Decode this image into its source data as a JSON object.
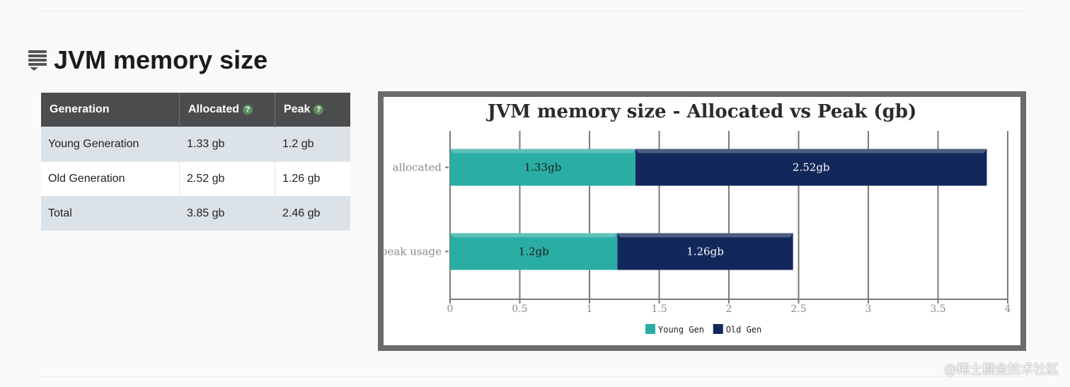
{
  "section": {
    "title": "JVM memory size",
    "icon": "document-stack-icon"
  },
  "table": {
    "headers": [
      "Generation",
      "Allocated",
      "Peak"
    ],
    "help_glyph": "?",
    "rows": [
      [
        "Young Generation",
        "1.33 gb",
        "1.2 gb"
      ],
      [
        "Old Generation",
        "2.52 gb",
        "1.26 gb"
      ],
      [
        "Total",
        "3.85 gb",
        "2.46 gb"
      ]
    ]
  },
  "chart_data": {
    "type": "bar",
    "orientation": "horizontal",
    "stacked": true,
    "title": "JVM memory size - Allocated vs Peak (gb)",
    "categories": [
      "allocated",
      "peak usage"
    ],
    "series": [
      {
        "name": "Young Gen",
        "values": [
          1.33,
          1.2
        ],
        "labels": [
          "1.33gb",
          "1.2gb"
        ],
        "color": "#2aada3"
      },
      {
        "name": "Old Gen",
        "values": [
          2.52,
          1.26
        ],
        "labels": [
          "2.52gb",
          "1.26gb"
        ],
        "color": "#12275a"
      }
    ],
    "xlim": [
      0,
      4
    ],
    "x_ticks": [
      "0",
      "0.5",
      "1",
      "1.5",
      "2",
      "2.5",
      "3",
      "3.5",
      "4"
    ],
    "grid": true,
    "legend_position": "bottom-center"
  },
  "colors": {
    "header_bg": "#4a4c4d",
    "row_shade": "#dbe3e8",
    "help_icon": "#5f8f5f",
    "frame": "#6b6b6b"
  },
  "watermark": "@稀土掘金技术社区"
}
